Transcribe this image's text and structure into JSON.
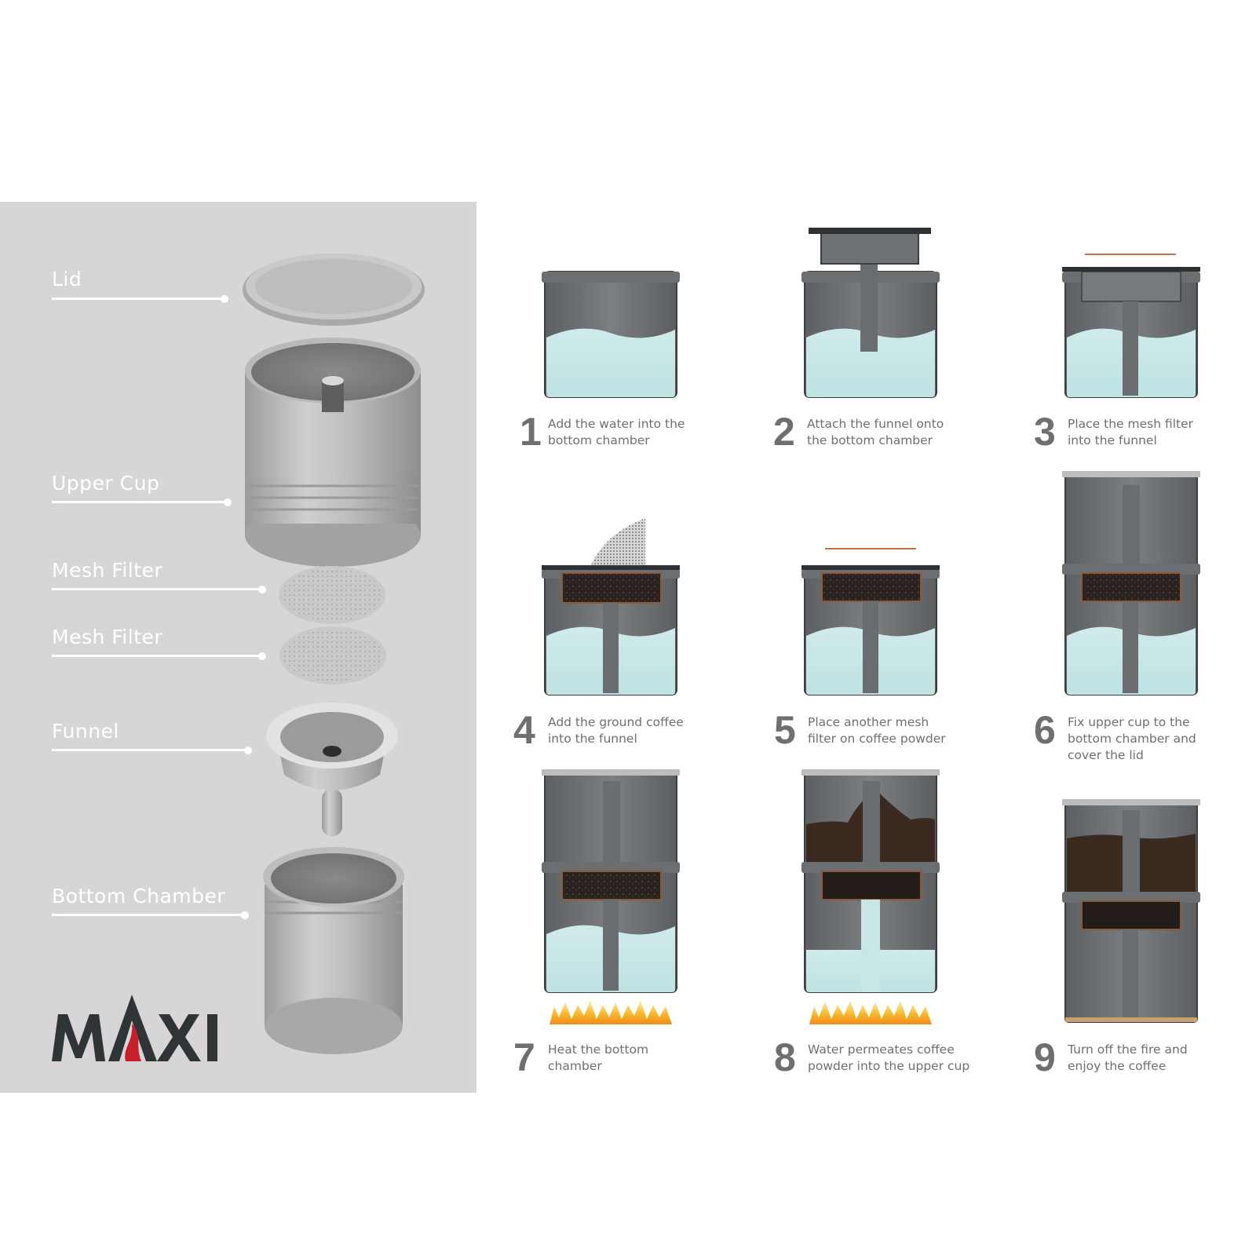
{
  "brand": {
    "logo_text": "MAXI",
    "colors": {
      "dark": "#2f3436",
      "flame": "#c8202a",
      "panel": "#d8d5d6"
    }
  },
  "parts": [
    {
      "label": "Lid"
    },
    {
      "label": "Upper Cup"
    },
    {
      "label": "Mesh Filter"
    },
    {
      "label": "Mesh Filter"
    },
    {
      "label": "Funnel"
    },
    {
      "label": "Bottom Chamber"
    }
  ],
  "steps": [
    {
      "number": "1",
      "line1": "Add the water into the",
      "line2": "bottom chamber",
      "line3": ""
    },
    {
      "number": "2",
      "line1": "Attach the funnel onto",
      "line2": "the bottom chamber",
      "line3": ""
    },
    {
      "number": "3",
      "line1": "Place the mesh filter",
      "line2": "into the funnel",
      "line3": ""
    },
    {
      "number": "4",
      "line1": "Add the ground coffee",
      "line2": "into the funnel",
      "line3": ""
    },
    {
      "number": "5",
      "line1": "Place another mesh",
      "line2": "filter on coffee powder",
      "line3": ""
    },
    {
      "number": "6",
      "line1": "Fix upper cup to the",
      "line2": "bottom chamber and",
      "line3": "cover the lid"
    },
    {
      "number": "7",
      "line1": "Heat the bottom",
      "line2": "chamber",
      "line3": ""
    },
    {
      "number": "8",
      "line1": "Water permeates coffee",
      "line2": "powder into the upper cup",
      "line3": ""
    },
    {
      "number": "9",
      "line1": "Turn off the fire and",
      "line2": "enjoy the coffee",
      "line3": ""
    }
  ]
}
